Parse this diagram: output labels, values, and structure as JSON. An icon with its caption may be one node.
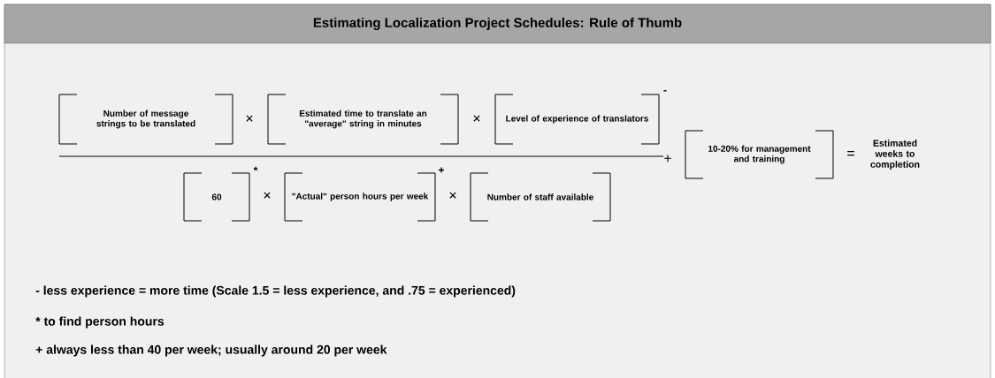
{
  "diagram": {
    "title": "Estimating Localization Project Schedules:  Rule of Thumb",
    "nodes": [
      {
        "text": [
          "Number of message strings to be translated"
        ]
      },
      {
        "text": [
          "Estimated time to translate an \"average\" string in minutes"
        ]
      },
      {
        "text": [
          "Level of experience of translators"
        ],
        "beside": [
          "-"
        ]
      },
      {
        "text": [
          "60"
        ],
        "beside": [
          "*"
        ]
      },
      {
        "text": [
          "\"Actual\" person hours per week"
        ],
        "beside": [
          "+"
        ]
      },
      {
        "text": [
          "Number of staff available"
        ]
      },
      {
        "text": [
          "10-20% for management and training"
        ]
      }
    ],
    "labels": [
      "×",
      "×",
      "+",
      "=",
      "Estimated weeks to completion",
      "×",
      "×",
      "- less experience = more time (Scale 1.5 = less experience, and .75 = experienced)",
      "* to find person hours",
      "+ always less than 40 per week; usually around 20 per week"
    ]
  }
}
